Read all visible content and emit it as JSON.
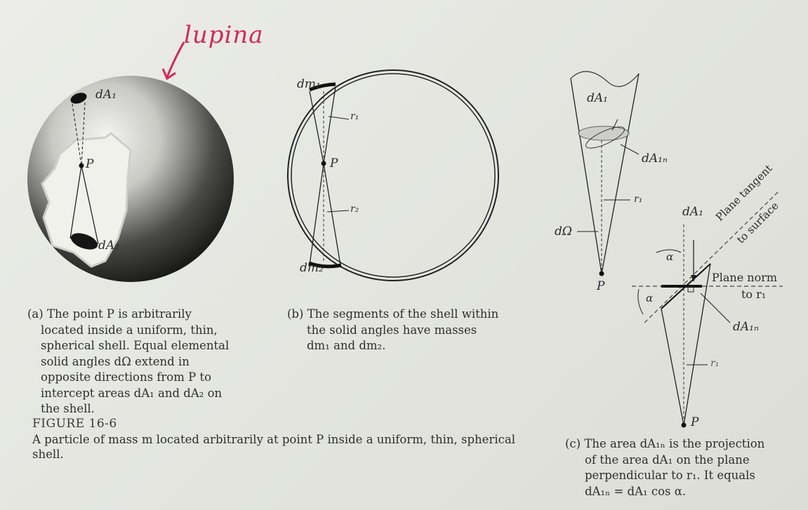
{
  "handwritten_note": "lupina",
  "figure_number": "FIGURE 16-6",
  "figure_description": [
    "A particle of mass m located arbitrarily at point P inside a uniform, thin, spherical",
    "shell."
  ],
  "panel_a": {
    "labels": {
      "top_area": "dA₁",
      "bottom_area": "dA₂",
      "point": "P"
    },
    "caption_lines": [
      "(a) The point P is arbitrarily",
      "located inside a uniform, thin,",
      "spherical shell. Equal elemental",
      "solid angles dΩ extend in",
      "opposite directions from P to",
      "intercept areas dA₁ and dA₂ on",
      "the shell."
    ]
  },
  "panel_b": {
    "labels": {
      "mass_top": "dm₁",
      "mass_bottom": "dm₂",
      "point": "P",
      "r_top": "r₁",
      "r_bottom": "r₂"
    },
    "caption_lines": [
      "(b) The segments of the shell within",
      "the solid angles have masses",
      "dm₁ and dm₂."
    ]
  },
  "panel_c": {
    "labels": {
      "cone_area": "dA₁",
      "cone_area_n": "dA₁ₙ",
      "r_upper": "r₁",
      "solid_angle": "dΩ",
      "point_upper": "P",
      "area_top": "dA₁",
      "plane_tangent_1": "Plane tangent",
      "plane_tangent_2": "to surface",
      "alpha_upper": "α",
      "alpha_left": "α",
      "plane_norm_1": "Plane norm",
      "plane_norm_2": "to r₁",
      "area_n_lower": "dA₁ₙ",
      "r_lower": "r₁",
      "point_lower": "P"
    },
    "caption_lines": [
      "(c) The area dA₁ₙ is the projection",
      "of the area dA₁ on the plane",
      "perpendicular to r₁. It equals",
      "dA₁ₙ = dA₁ cos α."
    ]
  },
  "colors": {
    "handwriting": "#d02a5a",
    "sphere_dark": "#1c1c1c",
    "paper": "#e8e9e3"
  }
}
